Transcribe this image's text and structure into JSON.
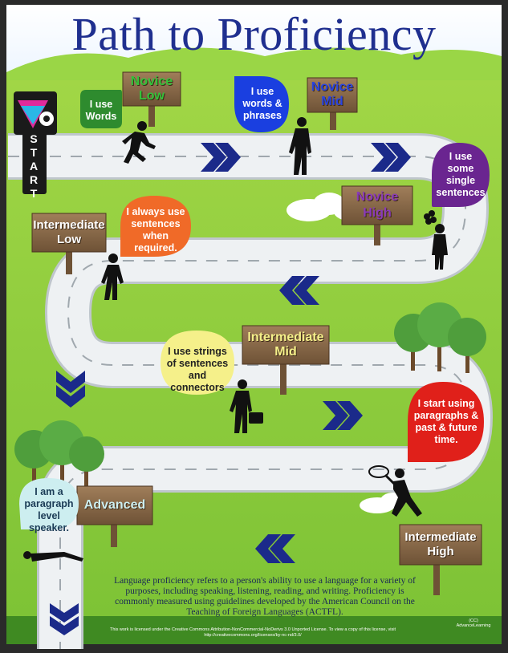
{
  "title": "Path to Proficiency",
  "start_label": "START",
  "signs": {
    "novice_low": "Novice Low",
    "novice_mid": "Novice Mid",
    "novice_high": "Novice High",
    "intermediate_low": "Intermediate Low",
    "intermediate_mid": "Intermediate Mid",
    "intermediate_high": "Intermediate High",
    "advanced": "Advanced"
  },
  "bubbles": {
    "novice_low": "I use Words",
    "novice_mid": "I use words & phrases",
    "novice_high": "I use some single sentences",
    "intermediate_low": "I always use sentences when required.",
    "intermediate_mid": "I use strings of sentences and connectors",
    "intermediate_high": "I start using paragraphs & past & future time.",
    "advanced": "I am a paragraph level speaker."
  },
  "description": "Language proficiency refers to a person's ability to use a language for a variety of purposes, including speaking, listening, reading, and writing. Proficiency is commonly measured using guidelines developed by the American Council on the Teaching of Foreign Languages (ACTFL).",
  "license": "This work is licensed under the Creative Commons Attribution-NonCommercial-NoDerivs 3.0 Unported License. To view a copy of this license, visit http://creativecommons.org/licenses/by-nc-nd/3.0/",
  "copyright": "(CC) AdvanceLearning",
  "colors": {
    "title": "#1f2f8f",
    "chevron": "#1b2a8a",
    "grass": "#8fcf3c",
    "road": "#eef1f3",
    "sign_wood": "#8a6a4a",
    "bubble_novice_low": "#2e8b2e",
    "bubble_novice_mid": "#1a3fe0",
    "bubble_novice_high": "#6a2590",
    "bubble_intermediate_low": "#f06a28",
    "bubble_intermediate_mid": "#f5f08a",
    "bubble_intermediate_high": "#e0201a",
    "bubble_advanced": "#cdeef0"
  }
}
